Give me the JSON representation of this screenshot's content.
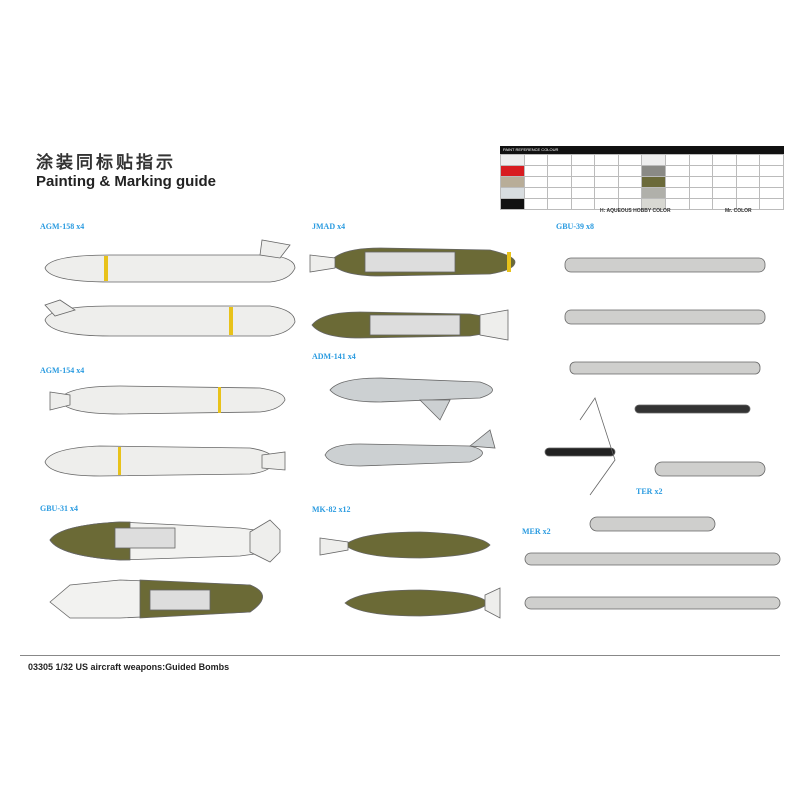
{
  "title_cn": "涂装同标贴指示",
  "title_en": "Painting & Marking guide",
  "paint_table": {
    "header": "PAINT REFERENCE COLOUR",
    "swatches": [
      "#d81c20",
      "#b8ad98",
      "#d8dde0",
      "#111111",
      "#8a8a86",
      "#6b6a3a",
      "#b0b0aa",
      "#d8d8d2"
    ],
    "legend_aqueous": "H: AQUEOUS HOBBY COLOR",
    "legend_mr": "Mr. COLOR"
  },
  "sections": [
    {
      "label": "AGM-158 x4"
    },
    {
      "label": "AGM-154 x4"
    },
    {
      "label": "GBU-31 x4"
    },
    {
      "label": "JMAD x4"
    },
    {
      "label": "ADM-141 x4"
    },
    {
      "label": "MK-82 x12"
    },
    {
      "label": "GBU-39 x8"
    },
    {
      "label": "TER x2"
    },
    {
      "label": "MER x2"
    }
  ],
  "colors": {
    "olive": "#6b6a36",
    "light_grey": "#e6e6e4",
    "yellow": "#e8c21a",
    "accent": "#2a9be0"
  },
  "footer": "03305 1/32   US aircraft weapons:Guided Bombs"
}
